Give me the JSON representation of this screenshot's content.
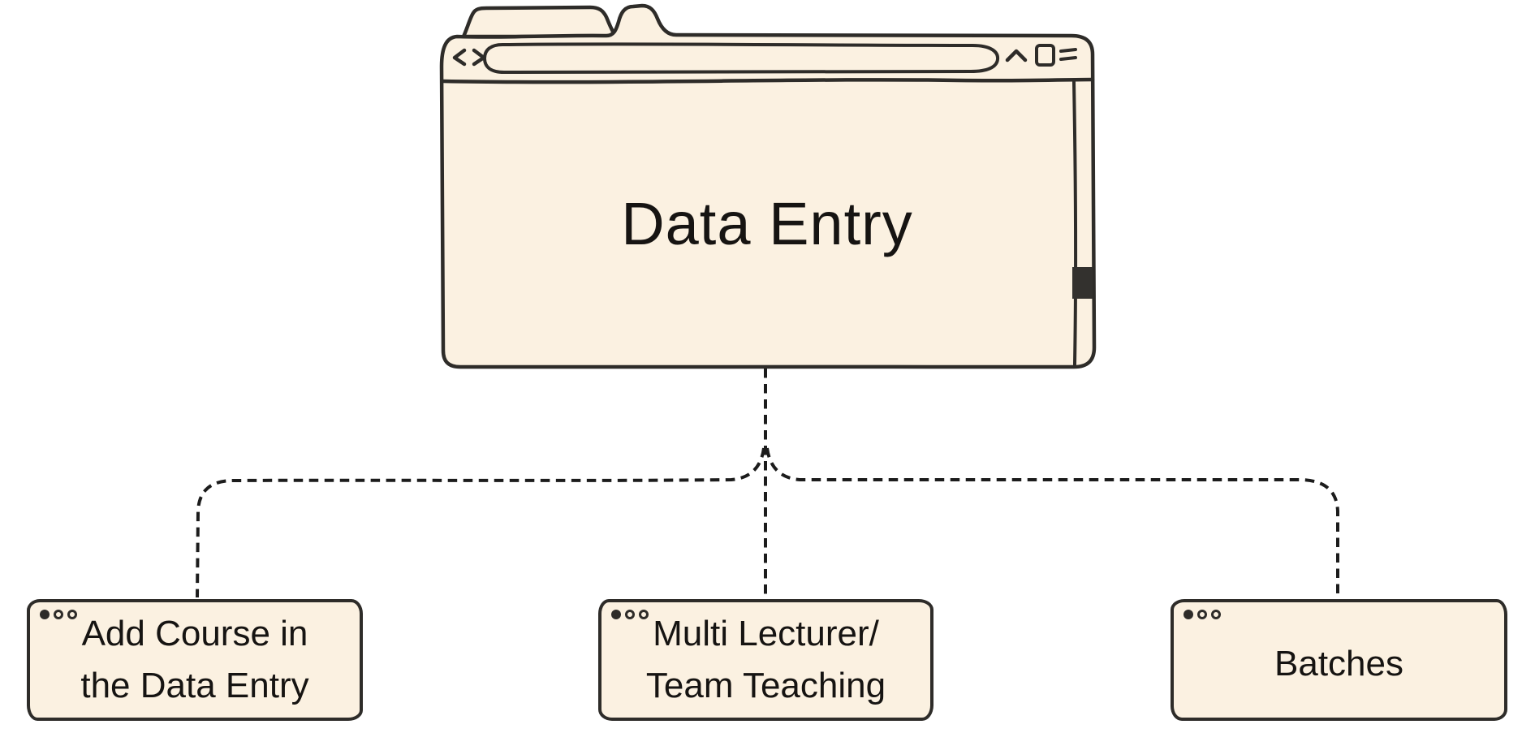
{
  "theme": {
    "background": "#ffffff",
    "node_fill": "#fbf1e1",
    "node_stroke": "#2e2c29",
    "connector_color": "#1c1c1c",
    "text_color": "#161412",
    "scrollbar_thumb": "#33312e"
  },
  "root_window": {
    "title": "Data Entry",
    "url_bar": {
      "value": "",
      "placeholder": ""
    },
    "icons": {
      "back": "‹",
      "forward": "›",
      "chevron_up": "⌃",
      "window": "▢",
      "menu": "="
    }
  },
  "nodes": [
    {
      "id": "add-course",
      "lines": [
        "Add Course in",
        "the Data Entry"
      ]
    },
    {
      "id": "multi-lecturer",
      "lines": [
        "Multi Lecturer/",
        "Team Teaching"
      ]
    },
    {
      "id": "batches",
      "lines": [
        "Batches"
      ]
    }
  ]
}
